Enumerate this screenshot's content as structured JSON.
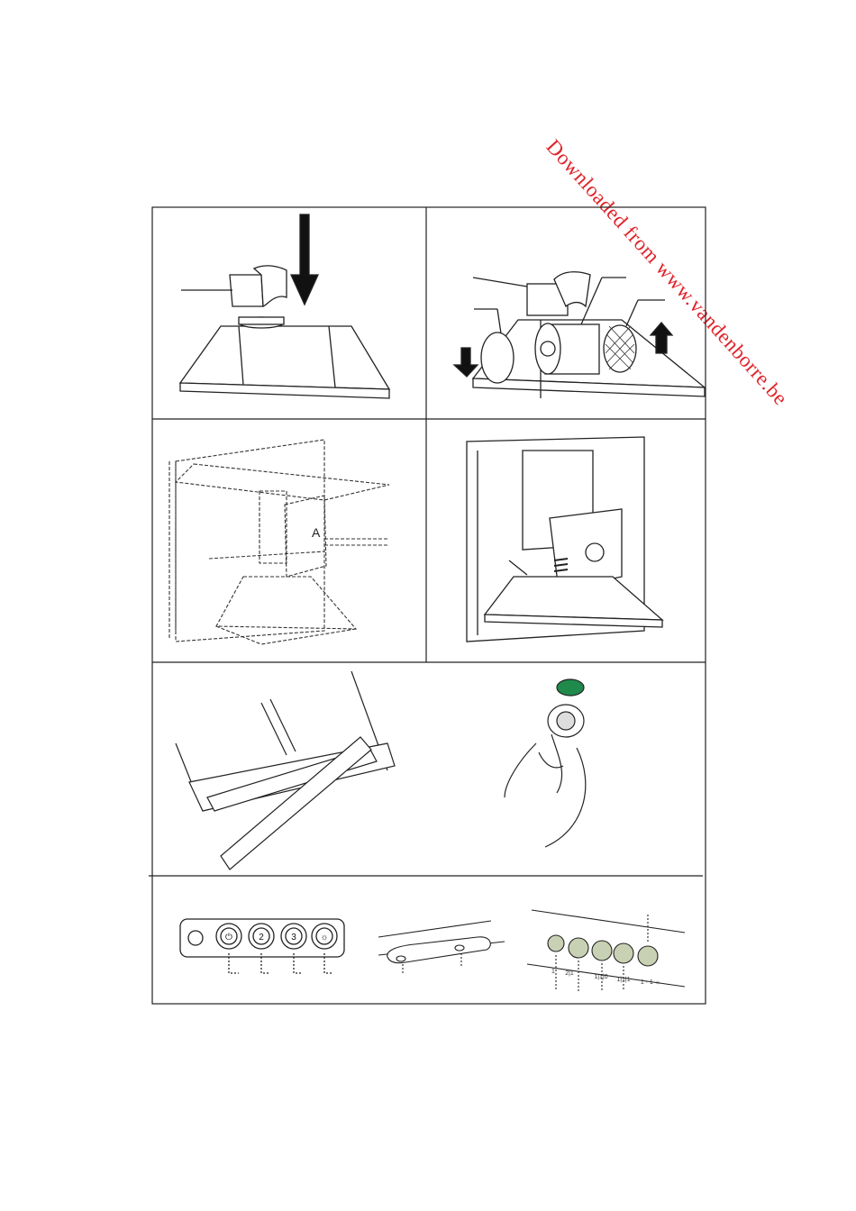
{
  "watermark": {
    "text": "Downloaded from www.vandenborre.be",
    "color": "#e0232a"
  },
  "figures": {
    "fig3_label": "A",
    "controls_left": {
      "buttons": [
        "⏻",
        "2",
        "3",
        "☼"
      ]
    },
    "controls_right": {
      "labels": [
        "1",
        "2|1",
        "1|1|0",
        "1|1|1",
        "1 · 1 ☼"
      ]
    }
  }
}
